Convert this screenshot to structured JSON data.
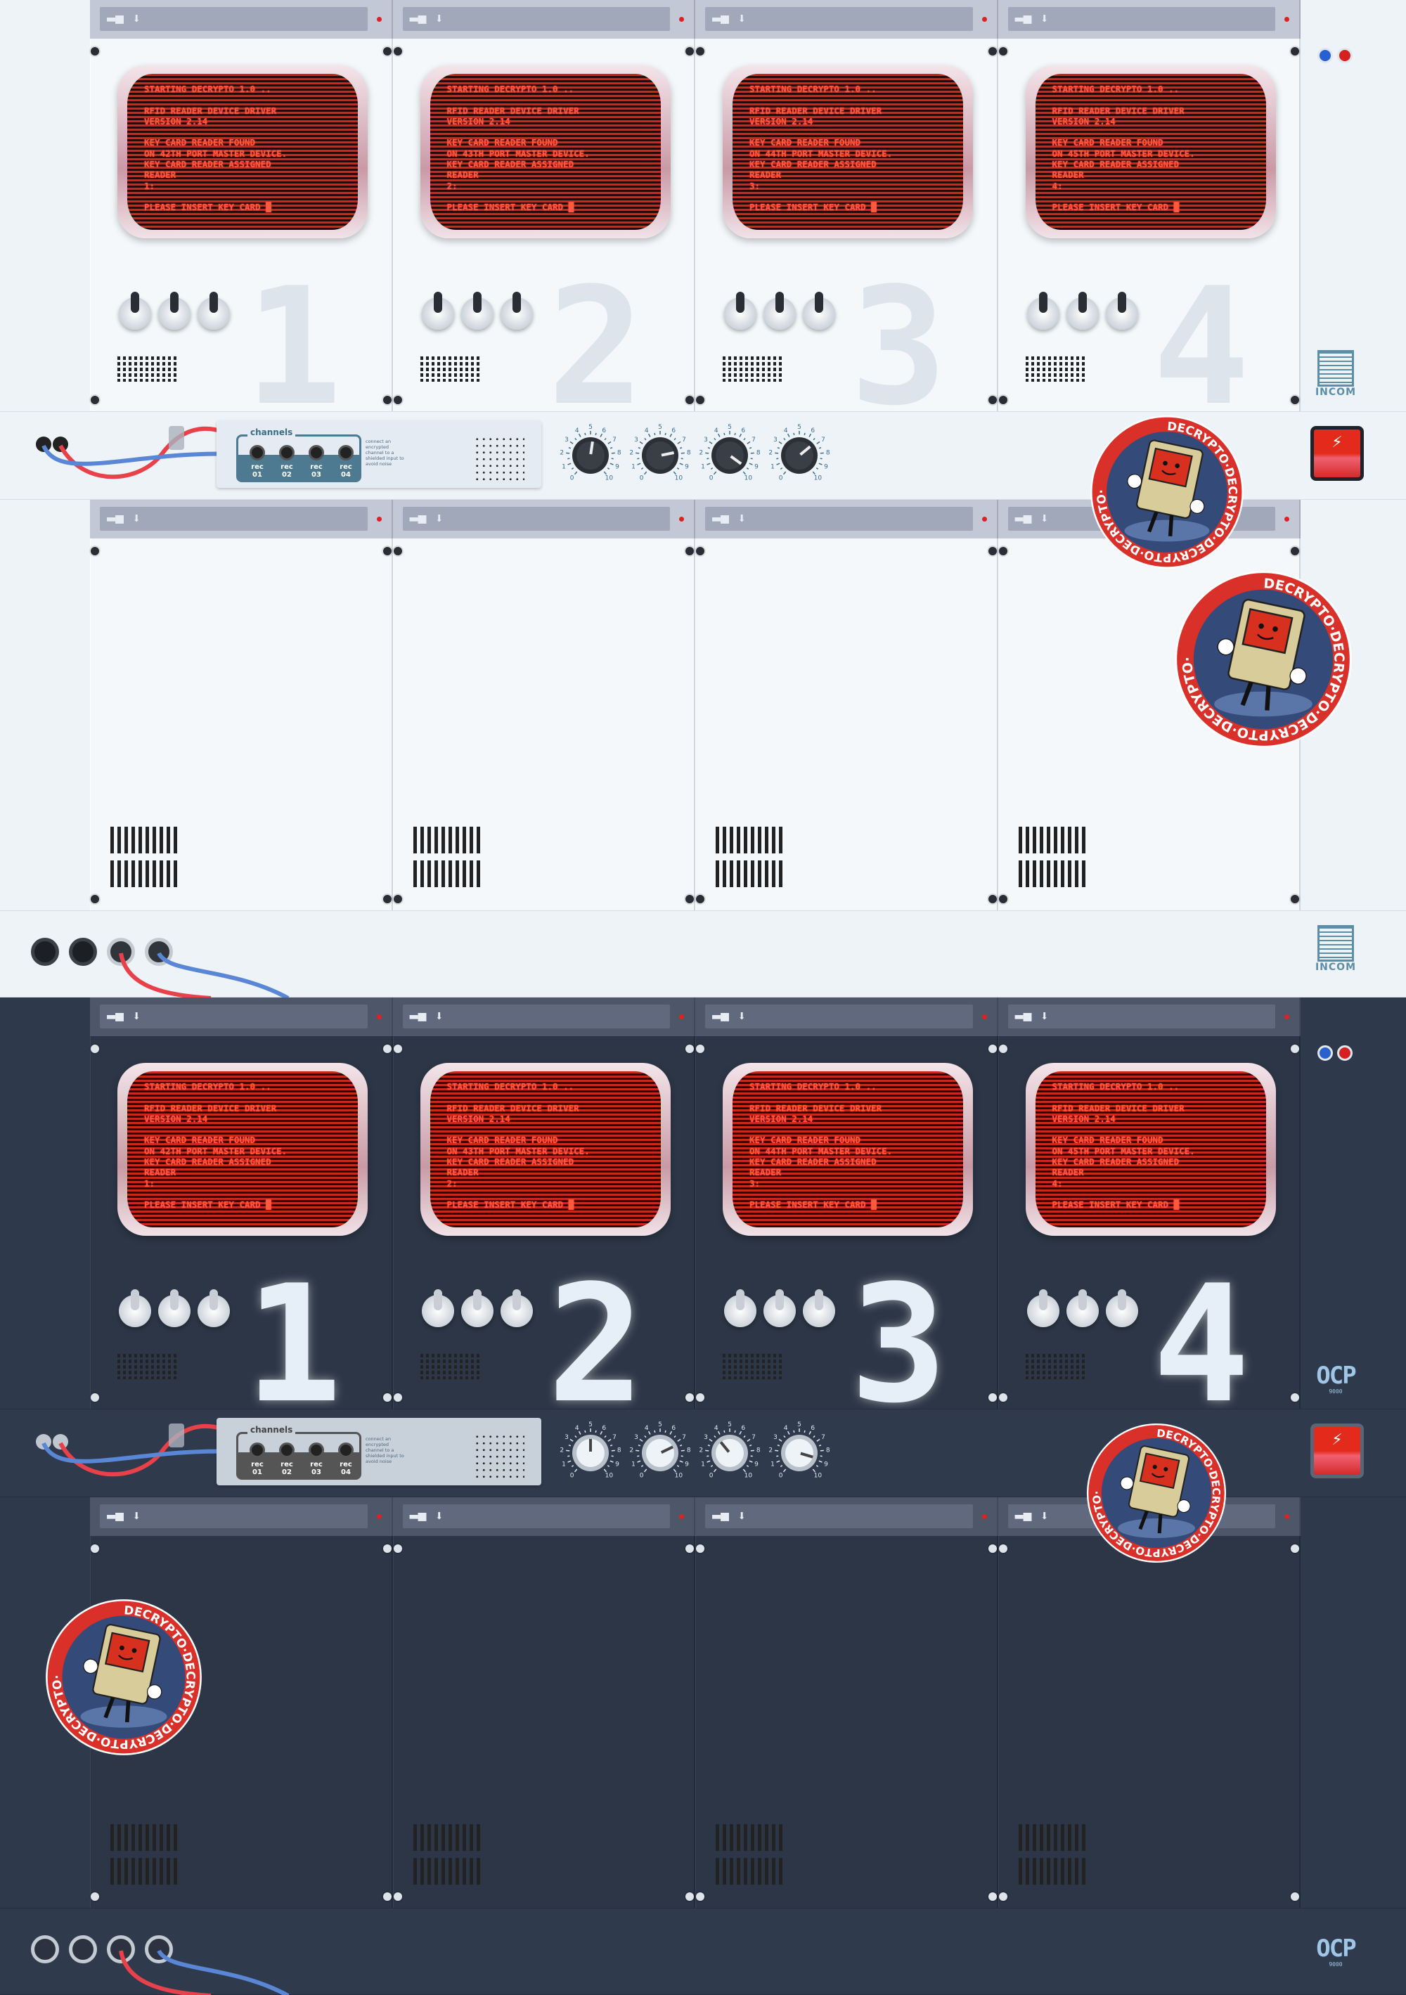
{
  "themes": [
    {
      "name": "light",
      "logo": "INCOM",
      "leds": [
        "#2a5fd0",
        "#d42020"
      ],
      "knob_values": [
        5.3,
        7.8,
        9.5,
        6.8
      ]
    },
    {
      "name": "dark",
      "logo": "OCP",
      "logo_sub": "9000",
      "leds": [
        "#2a5fd0",
        "#d42020"
      ],
      "knob_values": [
        5.0,
        7.3,
        3.6,
        8.8
      ]
    }
  ],
  "modules": [
    {
      "digit": "1",
      "screen": [
        "STARTING DECRYPTO 1.0 ..",
        "",
        "RFID READER DEVICE DRIVER",
        "VERSION 2.14",
        "",
        "KEY CARD READER FOUND",
        "ON 42TH PORT MASTER DEVICE.",
        "KEY CARD READER ASSIGNED",
        "READER",
        "1:",
        "",
        "PLEASE INSERT KEY CARD █"
      ]
    },
    {
      "digit": "2",
      "screen": [
        "STARTING DECRYPTO 1.0 ..",
        "",
        "RFID READER DEVICE DRIVER",
        "VERSION 2.14",
        "",
        "KEY CARD READER FOUND",
        "ON 43TH PORT MASTER DEVICE.",
        "KEY CARD READER ASSIGNED",
        "READER",
        "2:",
        "",
        "PLEASE INSERT KEY CARD █"
      ]
    },
    {
      "digit": "3",
      "screen": [
        "STARTING DECRYPTO 1.0 ..",
        "",
        "RFID READER DEVICE DRIVER",
        "VERSION 2.14",
        "",
        "KEY CARD READER FOUND",
        "ON 44TH PORT MASTER DEVICE.",
        "KEY CARD READER ASSIGNED",
        "READER",
        "3:",
        "",
        "PLEASE INSERT KEY CARD █"
      ]
    },
    {
      "digit": "4",
      "screen": [
        "STARTING DECRYPTO 1.0 ..",
        "",
        "RFID READER DEVICE DRIVER",
        "VERSION 2.14",
        "",
        "KEY CARD READER FOUND",
        "ON 45TH PORT MASTER DEVICE.",
        "KEY CARD READER ASSIGNED",
        "READER",
        "4:",
        "",
        "PLEASE INSERT KEY CARD █"
      ]
    }
  ],
  "slot_icons": {
    "key": "▬■",
    "arrow": "⬇"
  },
  "channels": {
    "title": "channels",
    "inputs": [
      {
        "rec": "rec",
        "num": "01"
      },
      {
        "rec": "rec",
        "num": "02"
      },
      {
        "rec": "rec",
        "num": "03"
      },
      {
        "rec": "rec",
        "num": "04"
      }
    ],
    "note": "connect an encrypted channel to a shielded input to avoid noise"
  },
  "knob_scale": [
    "0",
    "1",
    "2",
    "3",
    "4",
    "5",
    "6",
    "7",
    "8",
    "9",
    "10"
  ],
  "power_icon": "⚡",
  "sticker_text": "DECRYPTO·DECRYPTO·DECRYPTO·DECRYPTO·"
}
